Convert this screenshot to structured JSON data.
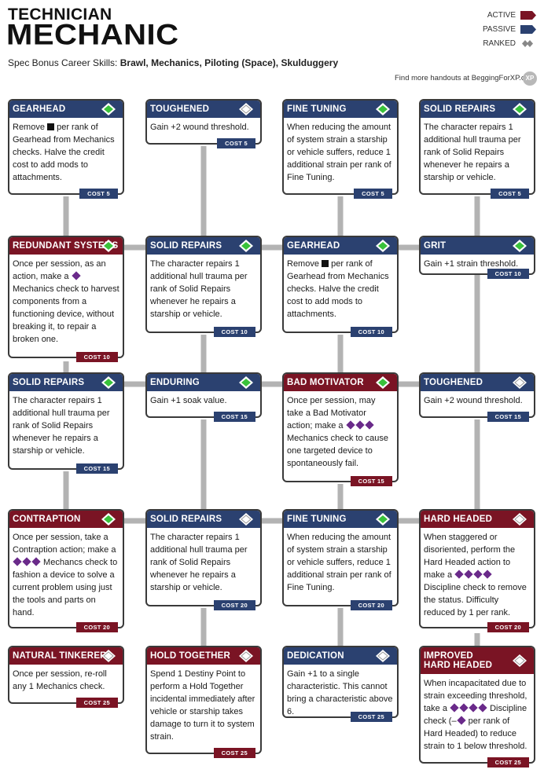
{
  "header": {
    "career": "TECHNICIAN",
    "spec": "MECHANIC",
    "bonus_prefix": "Spec Bonus Career Skills: ",
    "bonus_skills": "Brawl, Mechanics, Piloting (Space), Skulduggery"
  },
  "legend": {
    "active_label": "ACTIVE",
    "passive_label": "PASSIVE",
    "ranked_label": "RANKED"
  },
  "handouts": "Find more handouts at BeggingForXP.com",
  "xp_logo": "XP",
  "colors": {
    "active": "#7a1424",
    "passive": "#2b4170",
    "ranked": "#39c23a",
    "link": "#b3b3b3"
  },
  "cards": [
    {
      "title": "GEARHEAD",
      "type": "passive",
      "ranked": true,
      "cost": "COST 5",
      "body": [
        "Remove ",
        {
          "icon": "setback"
        },
        " per rank of Gearhead from Mechanics checks. Halve the credit cost to add mods to attachments."
      ]
    },
    {
      "title": "TOUGHENED",
      "type": "passive",
      "ranked": false,
      "cost": "COST 5",
      "body": [
        "Gain +2 wound threshold."
      ]
    },
    {
      "title": "FINE TUNING",
      "type": "passive",
      "ranked": true,
      "cost": "COST 5",
      "body": [
        "When reducing the amount of system strain a starship or vehicle suffers, reduce 1 additional strain per rank of Fine Tuning."
      ]
    },
    {
      "title": "SOLID REPAIRS",
      "type": "passive",
      "ranked": true,
      "cost": "COST 5",
      "body": [
        "The character repairs 1 additional hull trauma per rank of Solid Repairs whenever he repairs a starship or vehicle."
      ]
    },
    {
      "title": "REDUNDANT SYSTEMS",
      "type": "active",
      "ranked": true,
      "cost": "COST 10",
      "body": [
        "Once per session, as an action, make a ",
        {
          "icon": "difficulty",
          "count": 1
        },
        " Mechanics check to harvest components from a functioning device, without breaking it, to repair a broken one."
      ]
    },
    {
      "title": "SOLID REPAIRS",
      "type": "passive",
      "ranked": true,
      "cost": "COST 10",
      "body": [
        "The character repairs 1 additional hull trauma per rank of Solid Repairs whenever he repairs a starship or vehicle."
      ]
    },
    {
      "title": "GEARHEAD",
      "type": "passive",
      "ranked": true,
      "cost": "COST 10",
      "body": [
        "Remove ",
        {
          "icon": "setback"
        },
        " per rank of Gearhead from Mechanics checks. Halve the credit cost to add mods to attachments."
      ]
    },
    {
      "title": "GRIT",
      "type": "passive",
      "ranked": true,
      "cost": "COST 10",
      "body": [
        "Gain +1 strain threshold."
      ]
    },
    {
      "title": "SOLID REPAIRS",
      "type": "passive",
      "ranked": true,
      "cost": "COST 15",
      "body": [
        "The character repairs 1 additional hull trauma per rank of Solid Repairs whenever he repairs a starship or vehicle."
      ]
    },
    {
      "title": "ENDURING",
      "type": "passive",
      "ranked": true,
      "cost": "COST 15",
      "body": [
        "Gain +1 soak value."
      ]
    },
    {
      "title": "BAD MOTIVATOR",
      "type": "active",
      "ranked": true,
      "cost": "COST 15",
      "body": [
        "Once per session, may take a Bad Motivator action; make a ",
        {
          "icon": "difficulty",
          "count": 3
        },
        " Mechanics check to cause one targeted device to spontaneously fail."
      ]
    },
    {
      "title": "TOUGHENED",
      "type": "passive",
      "ranked": false,
      "cost": "COST 15",
      "body": [
        "Gain +2 wound threshold."
      ]
    },
    {
      "title": "CONTRAPTION",
      "type": "active",
      "ranked": true,
      "cost": "COST 20",
      "body": [
        "Once per session, take a Contraption action; make a ",
        {
          "icon": "difficulty",
          "count": 3
        },
        " Mechancs check to fashion a device to solve a current problem using just the tools and parts on hand."
      ]
    },
    {
      "title": "SOLID REPAIRS",
      "type": "passive",
      "ranked": false,
      "cost": "COST 20",
      "body": [
        "The character repairs 1 additional hull trauma per rank of Solid Repairs whenever he repairs a starship or vehicle."
      ]
    },
    {
      "title": "FINE TUNING",
      "type": "passive",
      "ranked": true,
      "cost": "COST 20",
      "body": [
        "When reducing the amount of system strain a starship or vehicle suffers, reduce 1 additional strain per rank of Fine Tuning."
      ]
    },
    {
      "title": "HARD HEADED",
      "type": "active",
      "ranked": false,
      "cost": "COST 20",
      "body": [
        "When staggered or disoriented, perform the Hard Headed action to make a ",
        {
          "icon": "difficulty",
          "count": 4
        },
        " Discipline check to remove the status. Difficulty reduced by 1 per rank."
      ]
    },
    {
      "title": "NATURAL TINKERER",
      "type": "active",
      "ranked": false,
      "cost": "COST 25",
      "body": [
        "Once per session, re-roll any 1 Mechanics check."
      ]
    },
    {
      "title": "HOLD TOGETHER",
      "type": "active",
      "ranked": false,
      "cost": "COST 25",
      "body": [
        "Spend 1 Destiny Point to perform a Hold Together incidental immediately after vehicle or starship takes damage to turn it to system strain."
      ]
    },
    {
      "title": "DEDICATION",
      "type": "passive",
      "ranked": false,
      "cost": "COST 25",
      "body": [
        "Gain +1 to a single characteristic. This cannot bring a characteristic above 6."
      ]
    },
    {
      "title": "IMPROVED HARD HEADED",
      "type": "active",
      "ranked": false,
      "cost": "COST 25",
      "body": [
        "When incapacitated due to strain exceeding threshold, take a ",
        {
          "icon": "difficulty",
          "count": 4
        },
        " Discipline check (–",
        {
          "icon": "difficulty",
          "count": 1
        },
        " per rank of Hard Headed) to reduce strain to 1 below threshold."
      ]
    }
  ]
}
